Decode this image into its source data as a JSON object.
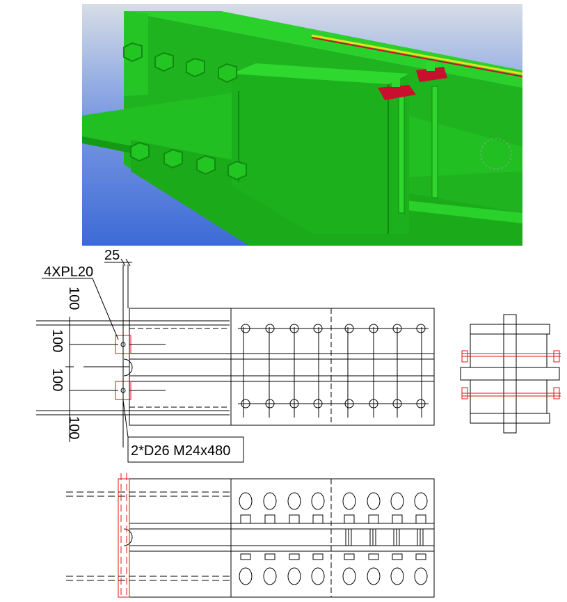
{
  "labels": {
    "dim_top": "25",
    "plate_callout": "4XPL20",
    "dim_100_a": "100",
    "dim_100_b": "100",
    "dim_100_c": "100",
    "dim_100_d": "100",
    "bolt_callout": "2*D26 M24x480"
  },
  "colors": {
    "viewport_sky": "#4a78d6",
    "steel_green": "#1ec21e",
    "steel_green_dark": "#119011",
    "plate_red": "#c8102e",
    "drawing_line": "#000000",
    "highlight_line": "#e01010"
  }
}
